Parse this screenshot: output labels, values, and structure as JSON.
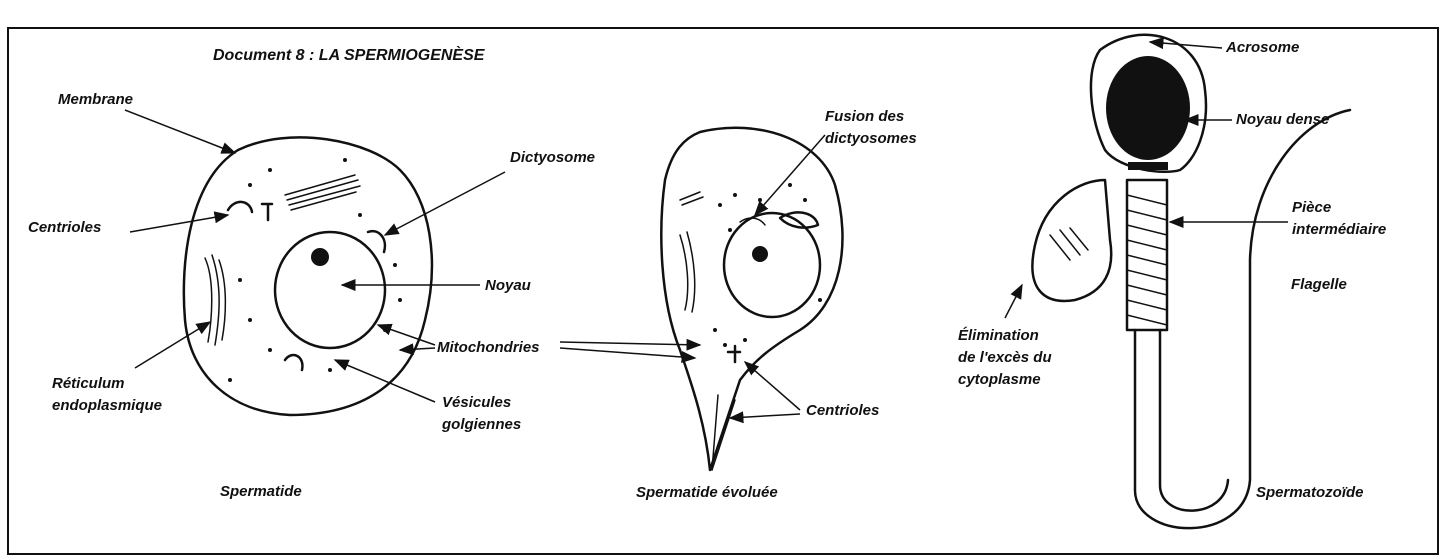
{
  "title": "Document 8 : LA SPERMIOGENÈSE",
  "cells": {
    "spermatid": {
      "caption": "Spermatide",
      "labels": {
        "membrane": "Membrane",
        "centrioles": "Centrioles",
        "dictyosome": "Dictyosome",
        "noyau": "Noyau",
        "reticulum_1": "Réticulum",
        "reticulum_2": "endoplasmique",
        "vesicules_1": "Vésicules",
        "vesicules_2": "golgiennes"
      }
    },
    "shared": {
      "mitochondries": "Mitochondries"
    },
    "evolved_spermatid": {
      "caption": "Spermatide évoluée",
      "labels": {
        "fusion_1": "Fusion des",
        "fusion_2": "dictyosomes",
        "centrioles": "Centrioles"
      }
    },
    "spermatozoid": {
      "caption": "Spermatozoïde",
      "labels": {
        "acrosome": "Acrosome",
        "noyau_dense": "Noyau dense",
        "piece_1": "Pièce",
        "piece_2": "intermédiaire",
        "flagelle": "Flagelle",
        "elimination_1": "Élimination",
        "elimination_2": "de l'excès du",
        "elimination_3": "cytoplasme"
      }
    }
  }
}
